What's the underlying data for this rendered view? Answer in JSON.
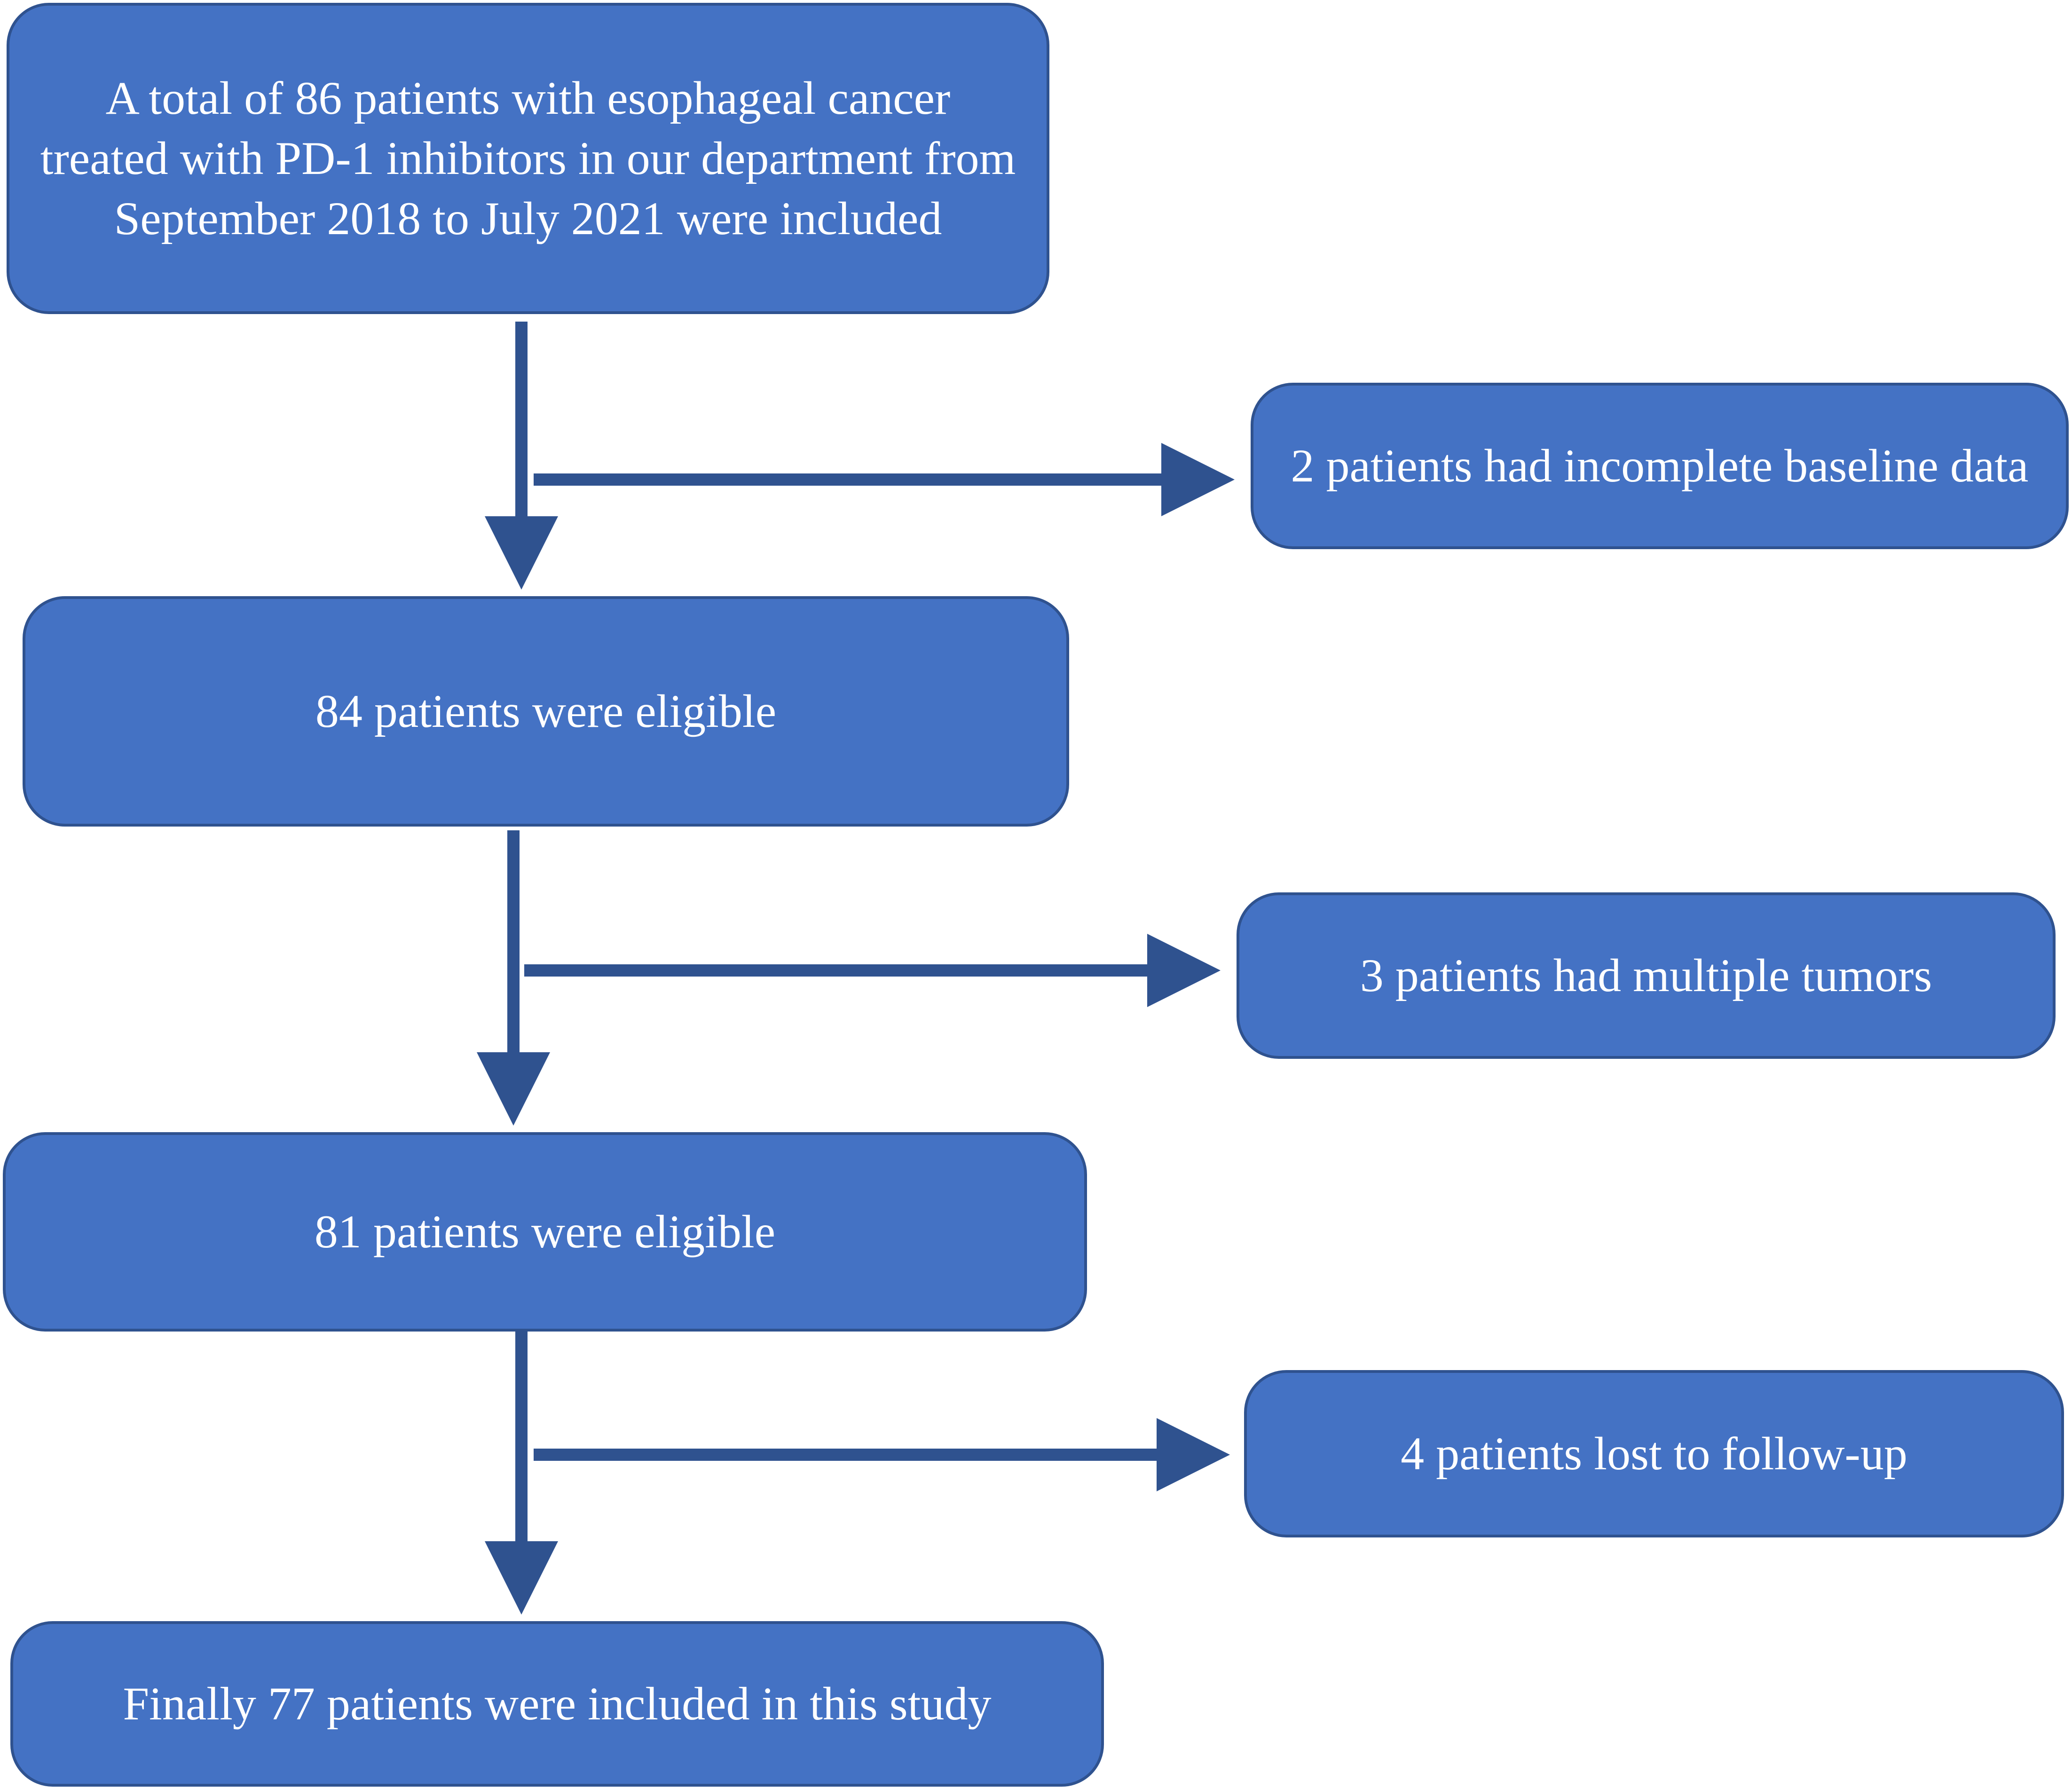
{
  "flowchart": {
    "colors": {
      "box_fill": "#4472c4",
      "box_border": "#2f528f",
      "arrow": "#2f528f",
      "text": "#ffffff"
    },
    "main_steps": [
      "A total of 86 patients with esophageal cancer treated with PD-1 inhibitors in our department from September 2018 to July 2021 were included",
      "84 patients were eligible",
      "81 patients were eligible",
      "Finally 77 patients were included in this study"
    ],
    "exclusions": [
      "2 patients had incomplete baseline data",
      "3 patients had multiple tumors",
      "4 patients lost to follow-up"
    ]
  }
}
